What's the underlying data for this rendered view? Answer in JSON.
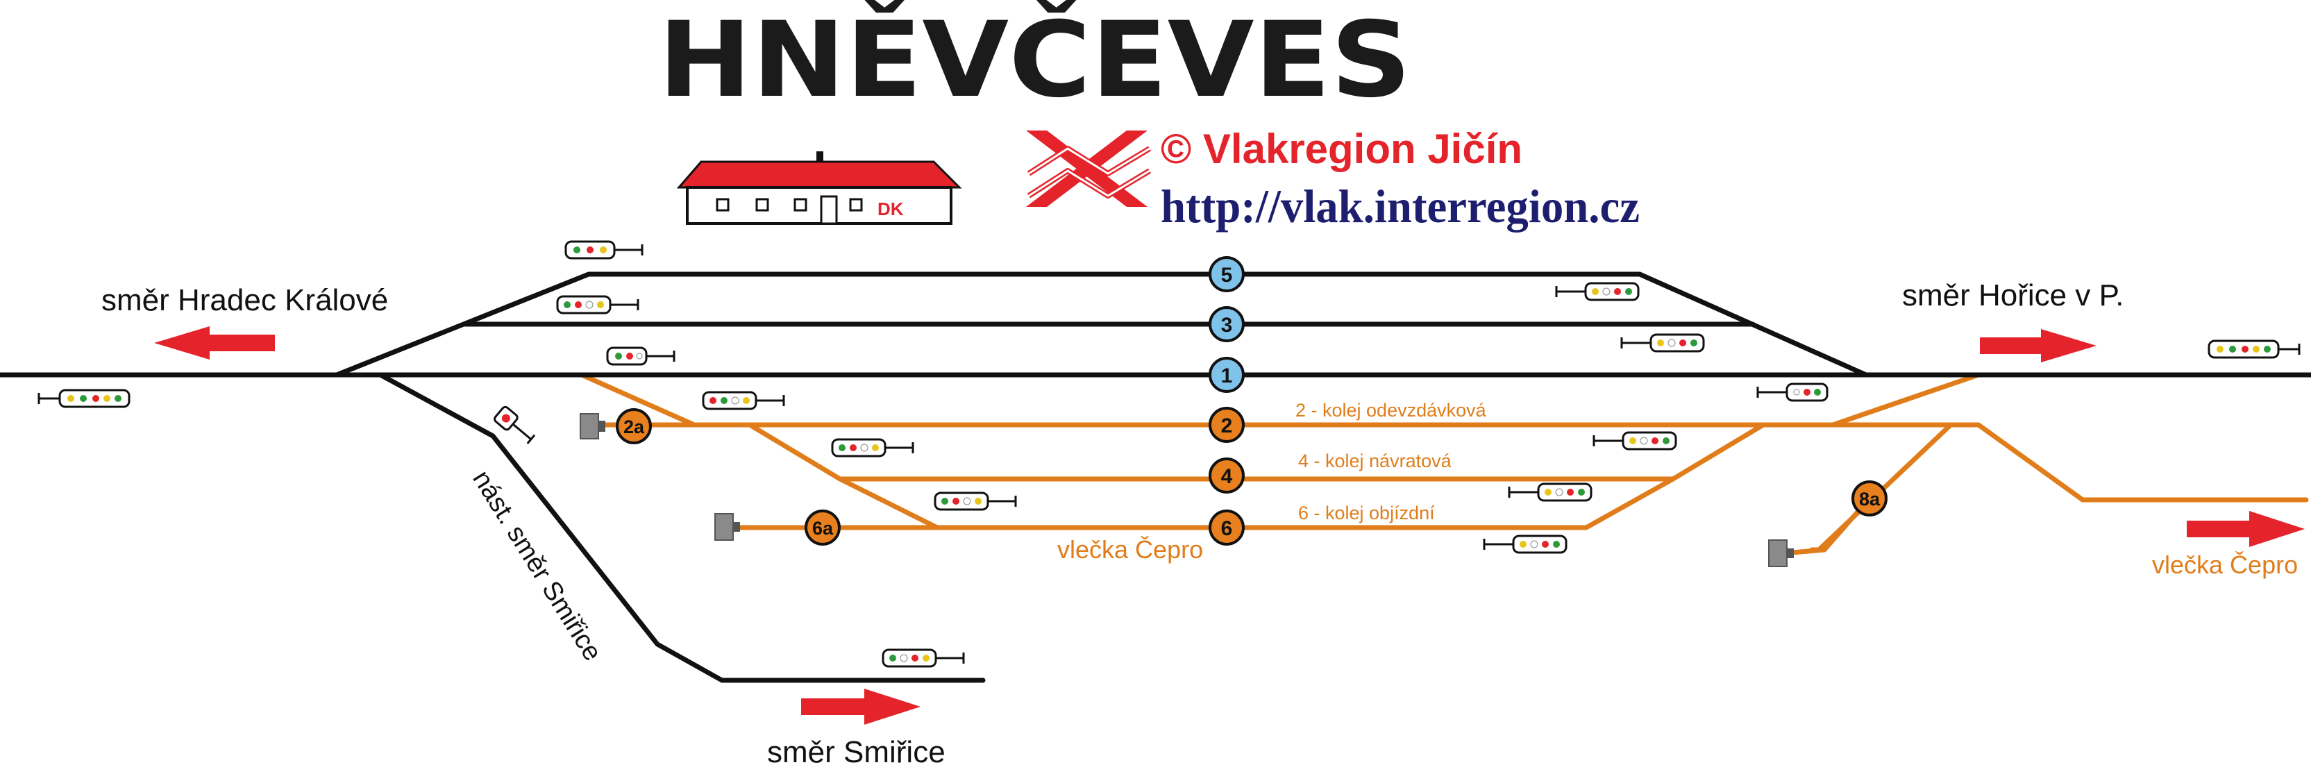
{
  "title": "HNĚVČEVES",
  "copyright": "© Vlakregion Jičín",
  "url": "http://vlak.interregion.cz",
  "station_label": "DK",
  "directions": {
    "hradec": "směr Hradec Králové",
    "horice": "směr Hořice v P.",
    "smirice": "směr Smiřice",
    "nast_smirice": "nást. směr Smiřice",
    "cepro_left": "vlečka Čepro",
    "cepro_right": "vlečka Čepro"
  },
  "track_labels": {
    "t2": "2 - kolej odevzdávková",
    "t4": "4 - kolej návratová",
    "t6": "6 - kolej objízdní"
  },
  "track_numbers": {
    "t5": "5",
    "t3": "3",
    "t1": "1",
    "t2": "2",
    "t4": "4",
    "t6": "6",
    "t2a": "2a",
    "t6a": "6a",
    "t8a": "8a"
  },
  "colors": {
    "main_track": "#111111",
    "siding": "#e07d1a",
    "arrow": "#e4232a",
    "track_circle_blue": "#7fc3ea",
    "track_circle_orange": "#e9801f",
    "roof": "#e4232a",
    "logo": "#e4232a",
    "url_text": "#1d1f6e"
  },
  "icons": {
    "signal": "signal-icon",
    "buffer_stop": "buffer-stop-icon",
    "station_building": "station-building-icon",
    "logo": "vlakregion-logo-icon",
    "arrow_left": "arrow-left-icon",
    "arrow_right": "arrow-right-icon"
  }
}
